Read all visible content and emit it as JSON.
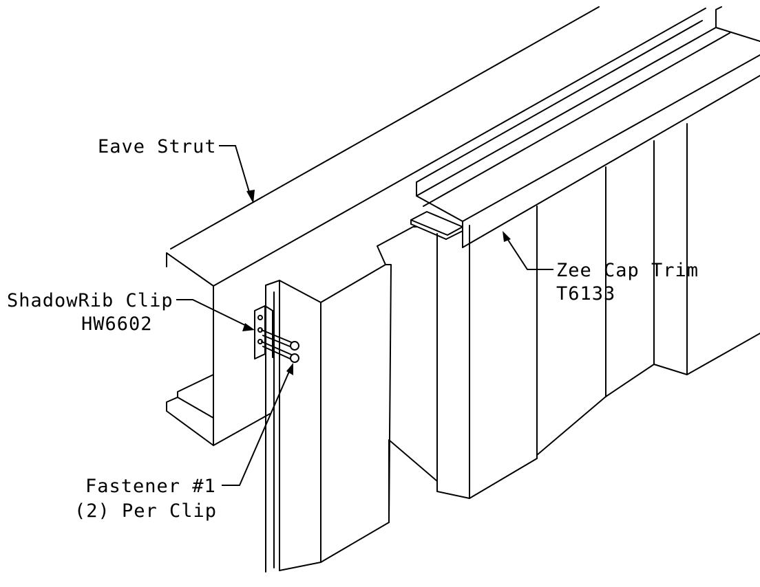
{
  "labels": {
    "eave_strut": "Eave Strut",
    "shadowrib_clip_line1": "ShadowRib Clip",
    "shadowrib_clip_line2": "HW6602",
    "zee_cap_line1": "Zee Cap Trim",
    "zee_cap_line2": "T6133",
    "fastener_line1": "Fastener #1",
    "fastener_line2": "(2) Per Clip"
  }
}
